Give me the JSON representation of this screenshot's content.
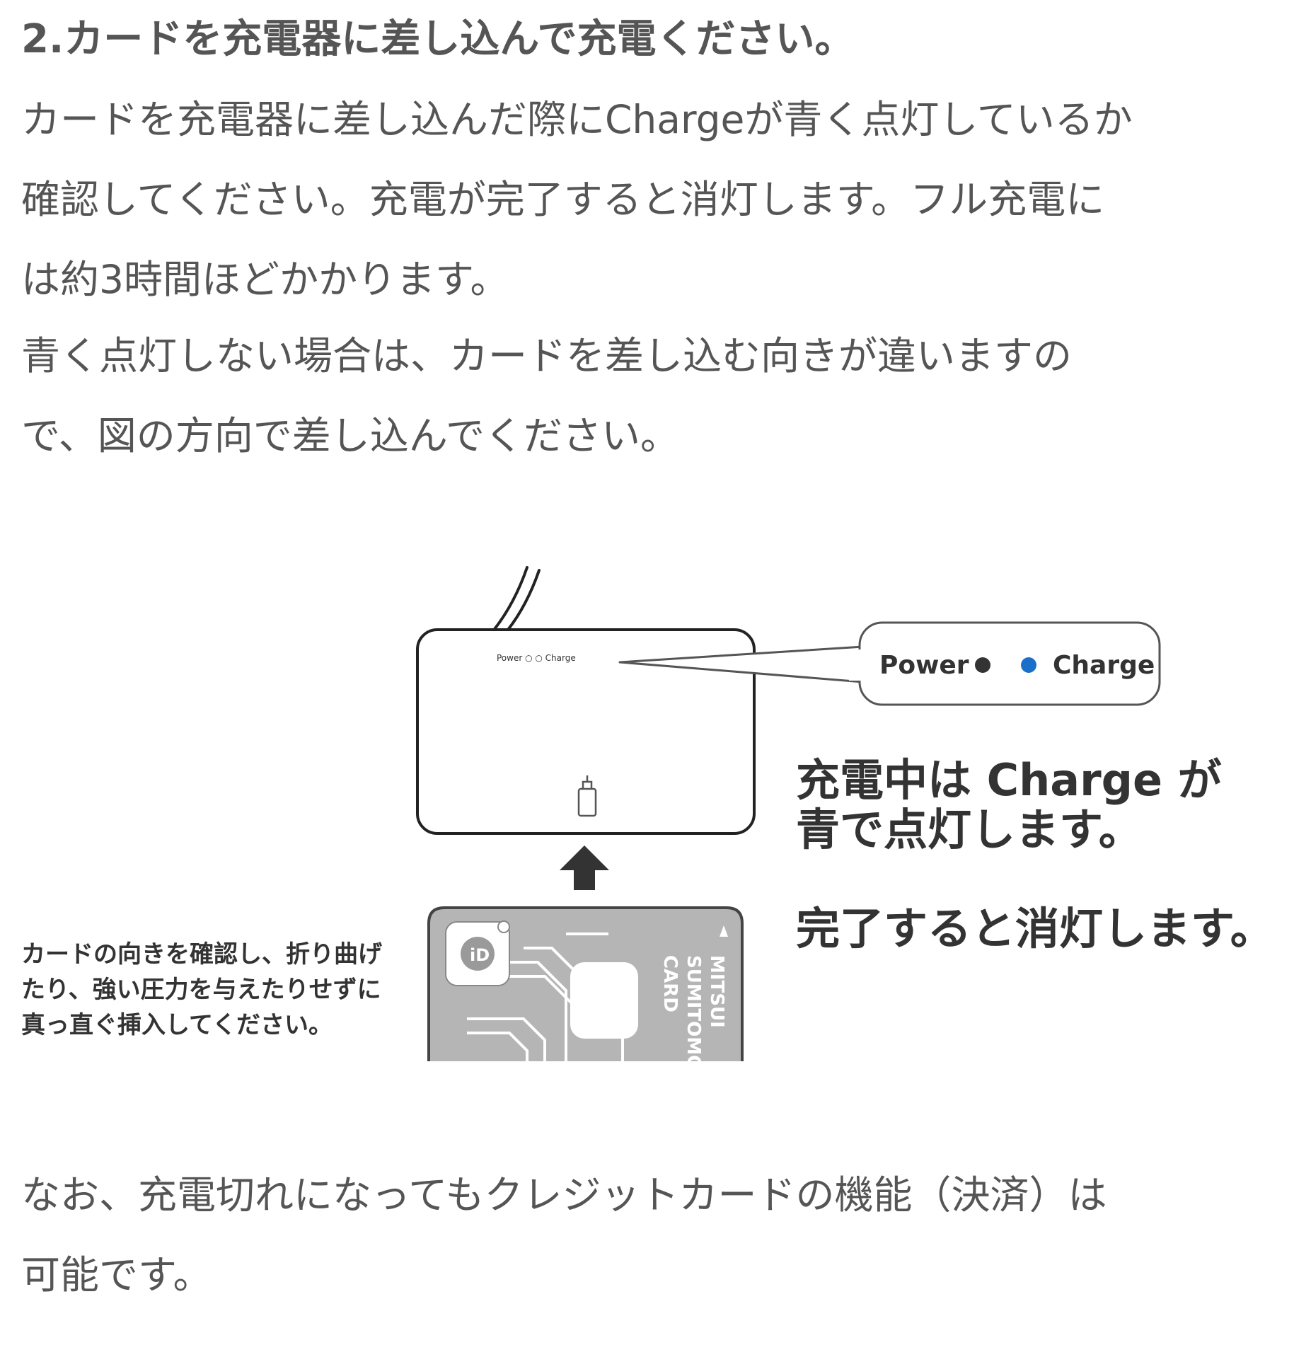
{
  "heading": "2.カードを充電器に差し込んで充電ください。",
  "paragraphs": {
    "p1": {
      "lines": [
        "カードを充電器に差し込んだ際にChargeが青く点灯しているか",
        "確認してください。充電が完了すると消灯します。フル充電に",
        "は約3時間ほどかかります。"
      ]
    },
    "p2": {
      "lines": [
        "青く点灯しない場合は、カードを差し込む向きが違いますの",
        "で、図の方向で差し込んでください。"
      ]
    },
    "p3": {
      "lines": [
        "なお、充電切れになってもクレジットカードの機能（決済）は",
        "可能です。"
      ]
    }
  },
  "figure": {
    "charger_label_small": "Power ○  ○ Charge",
    "bubble": {
      "power_label": "Power",
      "charge_label": "Charge",
      "power_dot_color": "#333333",
      "charge_dot_color": "#1a6fc9"
    },
    "callout_charging": {
      "lines": [
        "充電中は Charge が",
        "青で点灯します。"
      ]
    },
    "callout_done": "完了すると消灯します。",
    "side_note": {
      "lines": [
        "カードの向きを確認し、折り曲げ",
        "たり、強い圧力を与えたりせずに",
        "真っ直ぐ挿入してください。"
      ]
    },
    "card_text": [
      "MITSUI",
      "SUMITOMO",
      "CARD"
    ],
    "card_logo": "iD",
    "card_color": "#b5b5b5"
  }
}
